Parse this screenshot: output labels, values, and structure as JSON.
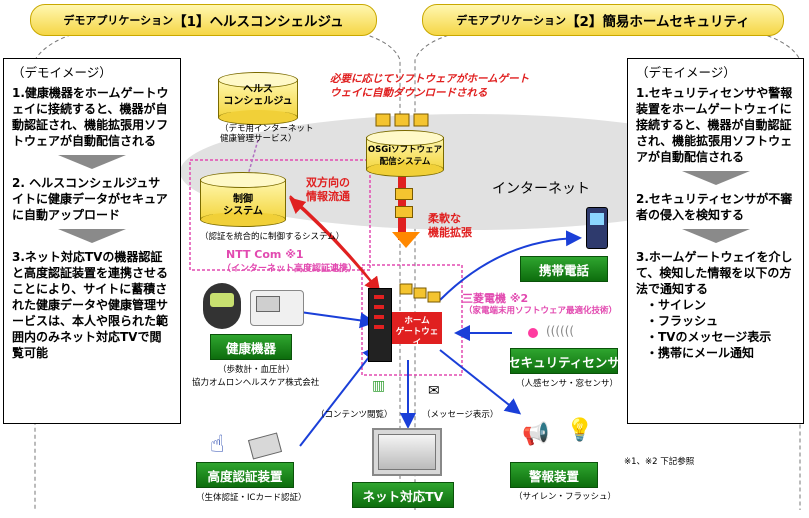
{
  "banners": {
    "left": {
      "prefix": "デモアプリケーション",
      "num": "【1】",
      "name": "ヘルスコンシェルジュ"
    },
    "right": {
      "prefix": "デモアプリケーション",
      "num": "【2】",
      "name": "簡易ホームセキュリティ"
    }
  },
  "left_panel": {
    "heading": "（デモイメージ）",
    "step1": "1.健康機器をホームゲートウェイに接続すると、機器が自動認証され、機能拡張用ソフトウェアが自動配信される",
    "step2": "2. ヘルスコンシェルジュサイトに健康データがセキュアに自動アップロード",
    "step3": "3.ネット対応TVの機器認証と高度認証装置を連携させることにより、サイトに蓄積された健康データや健康管理サービスは、本人や限られた範囲内のみネット対応TVで閲覧可能"
  },
  "right_panel": {
    "heading": "（デモイメージ）",
    "step1": "1.セキュリティセンサや警報装置をホームゲートウェイに接続すると、機器が自動認証され、機能拡張用ソフトウェアが自動配信される",
    "step2": "2.セキュリティセンサが不審者の侵入を検知する",
    "step3": "3.ホームゲートウェイを介して、検知した情報を以下の方法で通知する",
    "bullets": [
      "・サイレン",
      "・フラッシュ",
      "・TVのメッセージ表示",
      "・携帯にメール通知"
    ]
  },
  "center": {
    "download_note": "必要に応じてソフトウェアがホームゲートウェイに自動ダウンロードされる",
    "health": {
      "label": "ヘルス\nコンシェルジュ",
      "sub": "（デモ用インターネット\n健康管理サービス）"
    },
    "osgi": {
      "label": "OSGiソフトウェア\n配信システム"
    },
    "internet": "インターネット",
    "control": {
      "label": "制御\nシステム",
      "sub": "（認証を統合的に制御するシステム）"
    },
    "bidir": "双方向の\n情報流通",
    "flex": "柔軟な\n機能拡張",
    "ntt": "NTT Com ※1",
    "ntt_sub": "（インターネット高度認証連携）",
    "mitsubishi": "三菱電機 ※2",
    "mitsubishi_sub": "（家電端末用ソフトウェア最適化技術）",
    "gateway": "ホーム\nゲートウェイ",
    "content_view": "（コンテンツ閲覧）",
    "message_view": "（メッセージ表示）",
    "footnote": "※1、※2 下記参照"
  },
  "devices": {
    "health": {
      "label": "健康機器",
      "sub": "（歩数計・血圧計）",
      "coop": "協力オムロンヘルスケア株式会社"
    },
    "auth": {
      "label": "高度認証装置",
      "sub": "（生体認証・ICカード認証）"
    },
    "tv": {
      "label": "ネット対応TV"
    },
    "mobile": {
      "label": "携帯電話"
    },
    "sensor": {
      "label": "セキュリティセンサ",
      "sub": "（人感センサ・窓センサ）"
    },
    "alarm": {
      "label": "警報装置",
      "sub": "（サイレン・フラッシュ）"
    }
  }
}
